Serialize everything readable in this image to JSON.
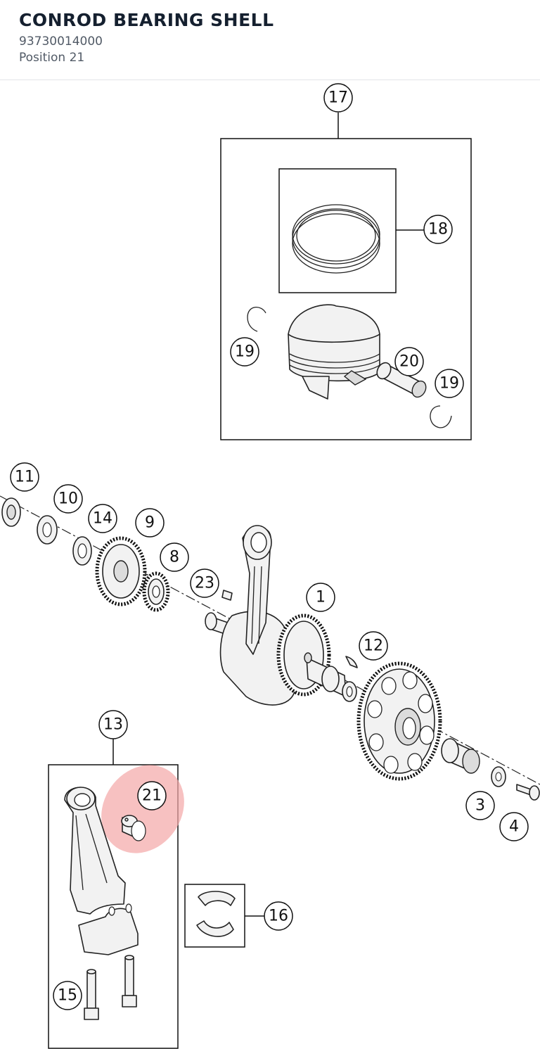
{
  "header": {
    "title": "CONROD BEARING SHELL",
    "part_number": "93730014000",
    "position": "Position 21"
  },
  "diagram": {
    "highlight_color": "#f4a6a6",
    "callouts": {
      "c1": "1",
      "c3": "3",
      "c4": "4",
      "c8": "8",
      "c9": "9",
      "c10": "10",
      "c11": "11",
      "c12": "12",
      "c13": "13",
      "c14": "14",
      "c15": "15",
      "c16": "16",
      "c17": "17",
      "c18": "18",
      "c19a": "19",
      "c19b": "19",
      "c20": "20",
      "c21": "21",
      "c23": "23"
    }
  }
}
